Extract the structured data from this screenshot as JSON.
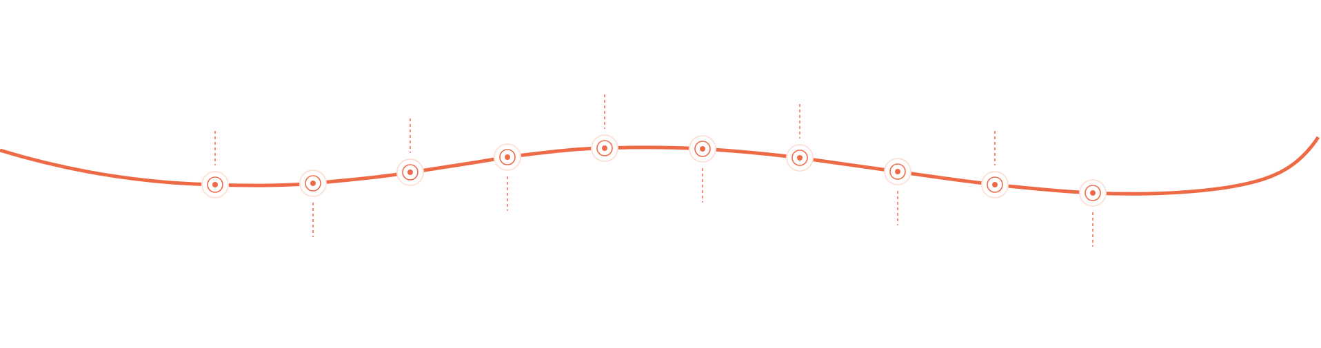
{
  "timeline": {
    "color": "#EE6A46",
    "halo_color": "#FBE3DA",
    "milestone_count": 10,
    "milestones": [
      {
        "index": 1,
        "connector": "up"
      },
      {
        "index": 2,
        "connector": "down"
      },
      {
        "index": 3,
        "connector": "up"
      },
      {
        "index": 4,
        "connector": "down"
      },
      {
        "index": 5,
        "connector": "up"
      },
      {
        "index": 6,
        "connector": "down"
      },
      {
        "index": 7,
        "connector": "up"
      },
      {
        "index": 8,
        "connector": "down"
      },
      {
        "index": 9,
        "connector": "up"
      },
      {
        "index": 10,
        "connector": "down"
      }
    ]
  }
}
